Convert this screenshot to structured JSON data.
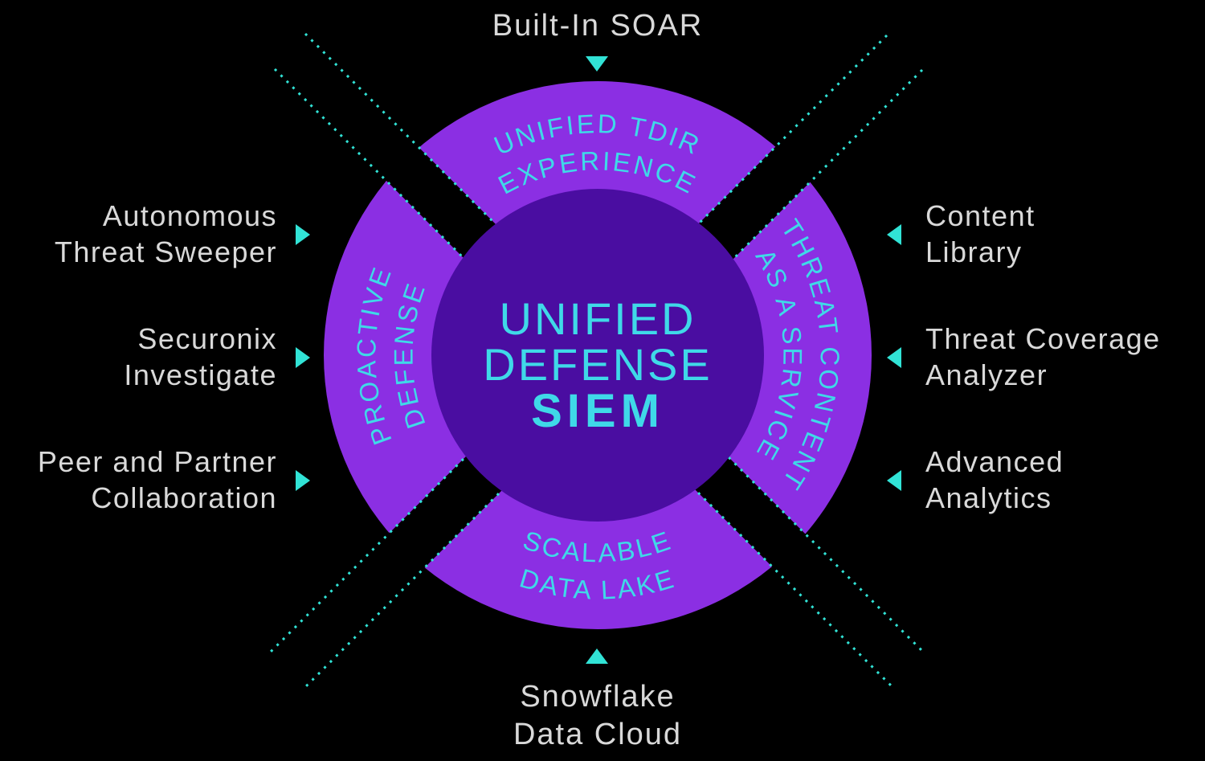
{
  "colors": {
    "background": "#000000",
    "ring": "#8B2FE3",
    "core": "#4A0DA1",
    "ring_text": "#3FD9E8",
    "label_text": "#D9D9D9",
    "accent": "#31E3D6"
  },
  "center": {
    "line1": "UNIFIED",
    "line2": "DEFENSE",
    "line3": "SIEM"
  },
  "ring": {
    "top": {
      "line1": "UNIFIED TDIR",
      "line2": "EXPERIENCE"
    },
    "right": {
      "line1": "THREAT CONTENT",
      "line2": "AS A SERVICE"
    },
    "bottom": {
      "line1": "SCALABLE",
      "line2": "DATA LAKE"
    },
    "left": {
      "line1": "PROACTIVE",
      "line2": "DEFENSE"
    }
  },
  "callouts": {
    "top": {
      "label": "Built-In SOAR"
    },
    "bottom": {
      "line1": "Snowflake",
      "line2": "Data Cloud"
    },
    "left": [
      {
        "line1": "Autonomous",
        "line2": "Threat Sweeper"
      },
      {
        "line1": "Securonix",
        "line2": "Investigate"
      },
      {
        "line1": "Peer and Partner",
        "line2": "Collaboration"
      }
    ],
    "right": [
      {
        "line1": "Content",
        "line2": "Library"
      },
      {
        "line1": "Threat Coverage",
        "line2": "Analyzer"
      },
      {
        "line1": "Advanced",
        "line2": "Analytics"
      }
    ]
  }
}
